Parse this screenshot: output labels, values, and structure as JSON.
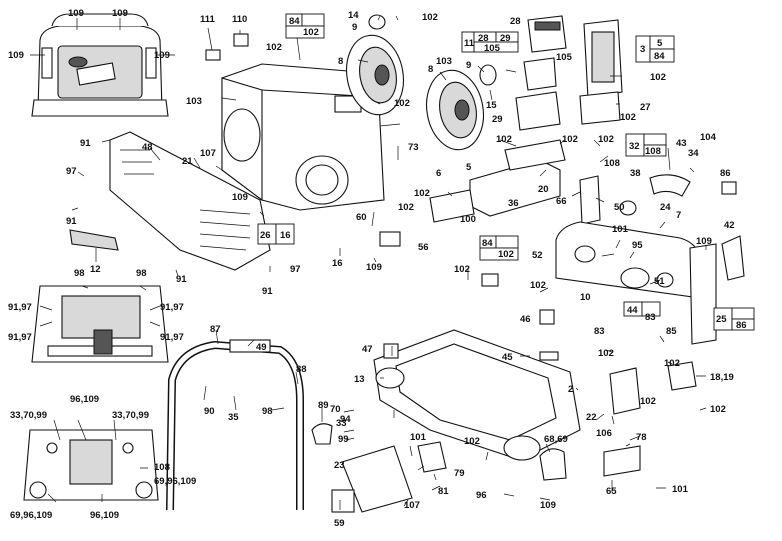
{
  "labels": {
    "l109a": "109",
    "l109b": "109",
    "l109c": "109",
    "l109d": "109",
    "l109e": "109",
    "l109f": "109",
    "l109g": "109",
    "l109h": "109",
    "l111": "111",
    "l110": "110",
    "l8402a": "84",
    "l8402b": "102",
    "l14": "14",
    "l9a": "9",
    "l102a": "102",
    "l28": "28",
    "l11": "11",
    "l28b": "28",
    "l29": "29",
    "l105a": "105",
    "l105b": "105",
    "l3": "3",
    "l5": "5",
    "l84": "84",
    "l102b": "102",
    "l102c": "102",
    "l8": "8",
    "l8b": "8",
    "l9b": "9",
    "l103a": "103",
    "l15": "15",
    "l102d": "102",
    "l103b": "103",
    "l27": "27",
    "l29b": "29",
    "l102e": "102",
    "l91a": "91",
    "l48": "48",
    "l21": "21",
    "l107a": "107",
    "l73": "73",
    "l102f": "102",
    "l102g": "102",
    "l102h": "102",
    "l32": "32",
    "l108a": "108",
    "l43": "43",
    "l104": "104",
    "l34": "34",
    "l97a": "97",
    "l91b": "91",
    "l5b": "5",
    "l36": "36",
    "l20": "20",
    "l108b": "108",
    "l38": "38",
    "l86": "86",
    "l26": "26",
    "l16a": "16",
    "l109i": "109",
    "l6": "6",
    "l102i": "102",
    "l102j": "102",
    "l100": "100",
    "l66": "66",
    "l50": "50",
    "l24": "24",
    "l60": "60",
    "l56": "56",
    "l101a": "101",
    "l7": "7",
    "l42": "42",
    "l12": "12",
    "l16b": "16",
    "l109j": "109",
    "l8402c": "84",
    "l10202c": "102",
    "l95": "95",
    "l109k": "109",
    "l52": "52",
    "l91c": "91",
    "l97b": "97",
    "l91d": "91",
    "l102k": "102",
    "l98a": "98",
    "l98b": "98",
    "l51": "51",
    "l102l": "102",
    "l9197a": "91,97",
    "l9197b": "91,97",
    "l9197c": "91,97",
    "l9197d": "91,97",
    "l10": "10",
    "l44": "44",
    "l83": "83",
    "l25": "25",
    "l86b": "86",
    "l87": "87",
    "l46": "46",
    "l83b": "83",
    "l85": "85",
    "l49": "49",
    "l47": "47",
    "l45": "45",
    "l102m": "102",
    "l88": "88",
    "l13": "13",
    "l102n": "102",
    "l1819": "18,19",
    "l90": "90",
    "l35": "35",
    "l98c": "98",
    "l89": "89",
    "l2": "2",
    "l102o": "102",
    "l70": "70",
    "l94": "94",
    "l33": "33",
    "l22": "22",
    "l102p": "102",
    "l33709a": "33,70,99",
    "l96109": "96,109",
    "l33709b": "33,70,99",
    "l99": "99",
    "l101b": "101",
    "l106": "106",
    "l102q": "102",
    "l78": "78",
    "l6869": "68,69",
    "l108c": "108",
    "l23": "23",
    "l79": "79",
    "l6996a": "69,96,109",
    "l6996b": "69,96,109",
    "l96109b": "96,109",
    "l81": "81",
    "l96": "96",
    "l109l": "109",
    "l65": "65",
    "l101c": "101",
    "l107b": "107",
    "l59": "59"
  }
}
